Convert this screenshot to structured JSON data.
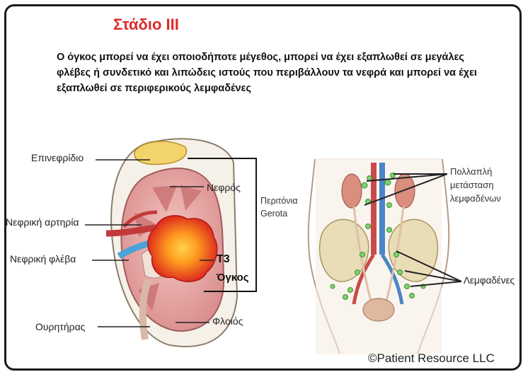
{
  "title": "Στάδιο III",
  "description": "Ο όγκος μπορεί να έχει οποιοδήποτε μέγεθος, μπορεί να έχει εξαπλωθεί σε μεγάλες φλέβες ή συνδετικό και λιπώδεις ιστούς που περιβάλλουν τα νεφρά και μπορεί να έχει εξαπλωθεί σε περιφερικούς λεμφαδένες",
  "labels": {
    "adrenal": "Επινεφρίδιο",
    "kidney": "Νεφρός",
    "gerota_line1": "Περιτόνια",
    "gerota_line2": "Gerota",
    "renal_artery": "Νεφρική αρτηρία",
    "renal_vein": "Νεφρική φλέβα",
    "tumor_line1": "T3",
    "tumor_line2": "Όγκος",
    "ureter": "Ουρητήρας",
    "cortex": "Φλοιός",
    "multi_line1": "Πολλαπλή",
    "multi_line2": "μετάσταση",
    "multi_line3": "λεμφαδένων",
    "lymph_nodes": "Λεμφαδένες"
  },
  "copyright": "©Patient Resource LLC",
  "colors": {
    "title": "#e02a2a",
    "tumor": "#e8261c",
    "tumor_core": "#ffb020",
    "kidney_pink": "#e9a7a7",
    "nodes": "#5bbf4a"
  }
}
